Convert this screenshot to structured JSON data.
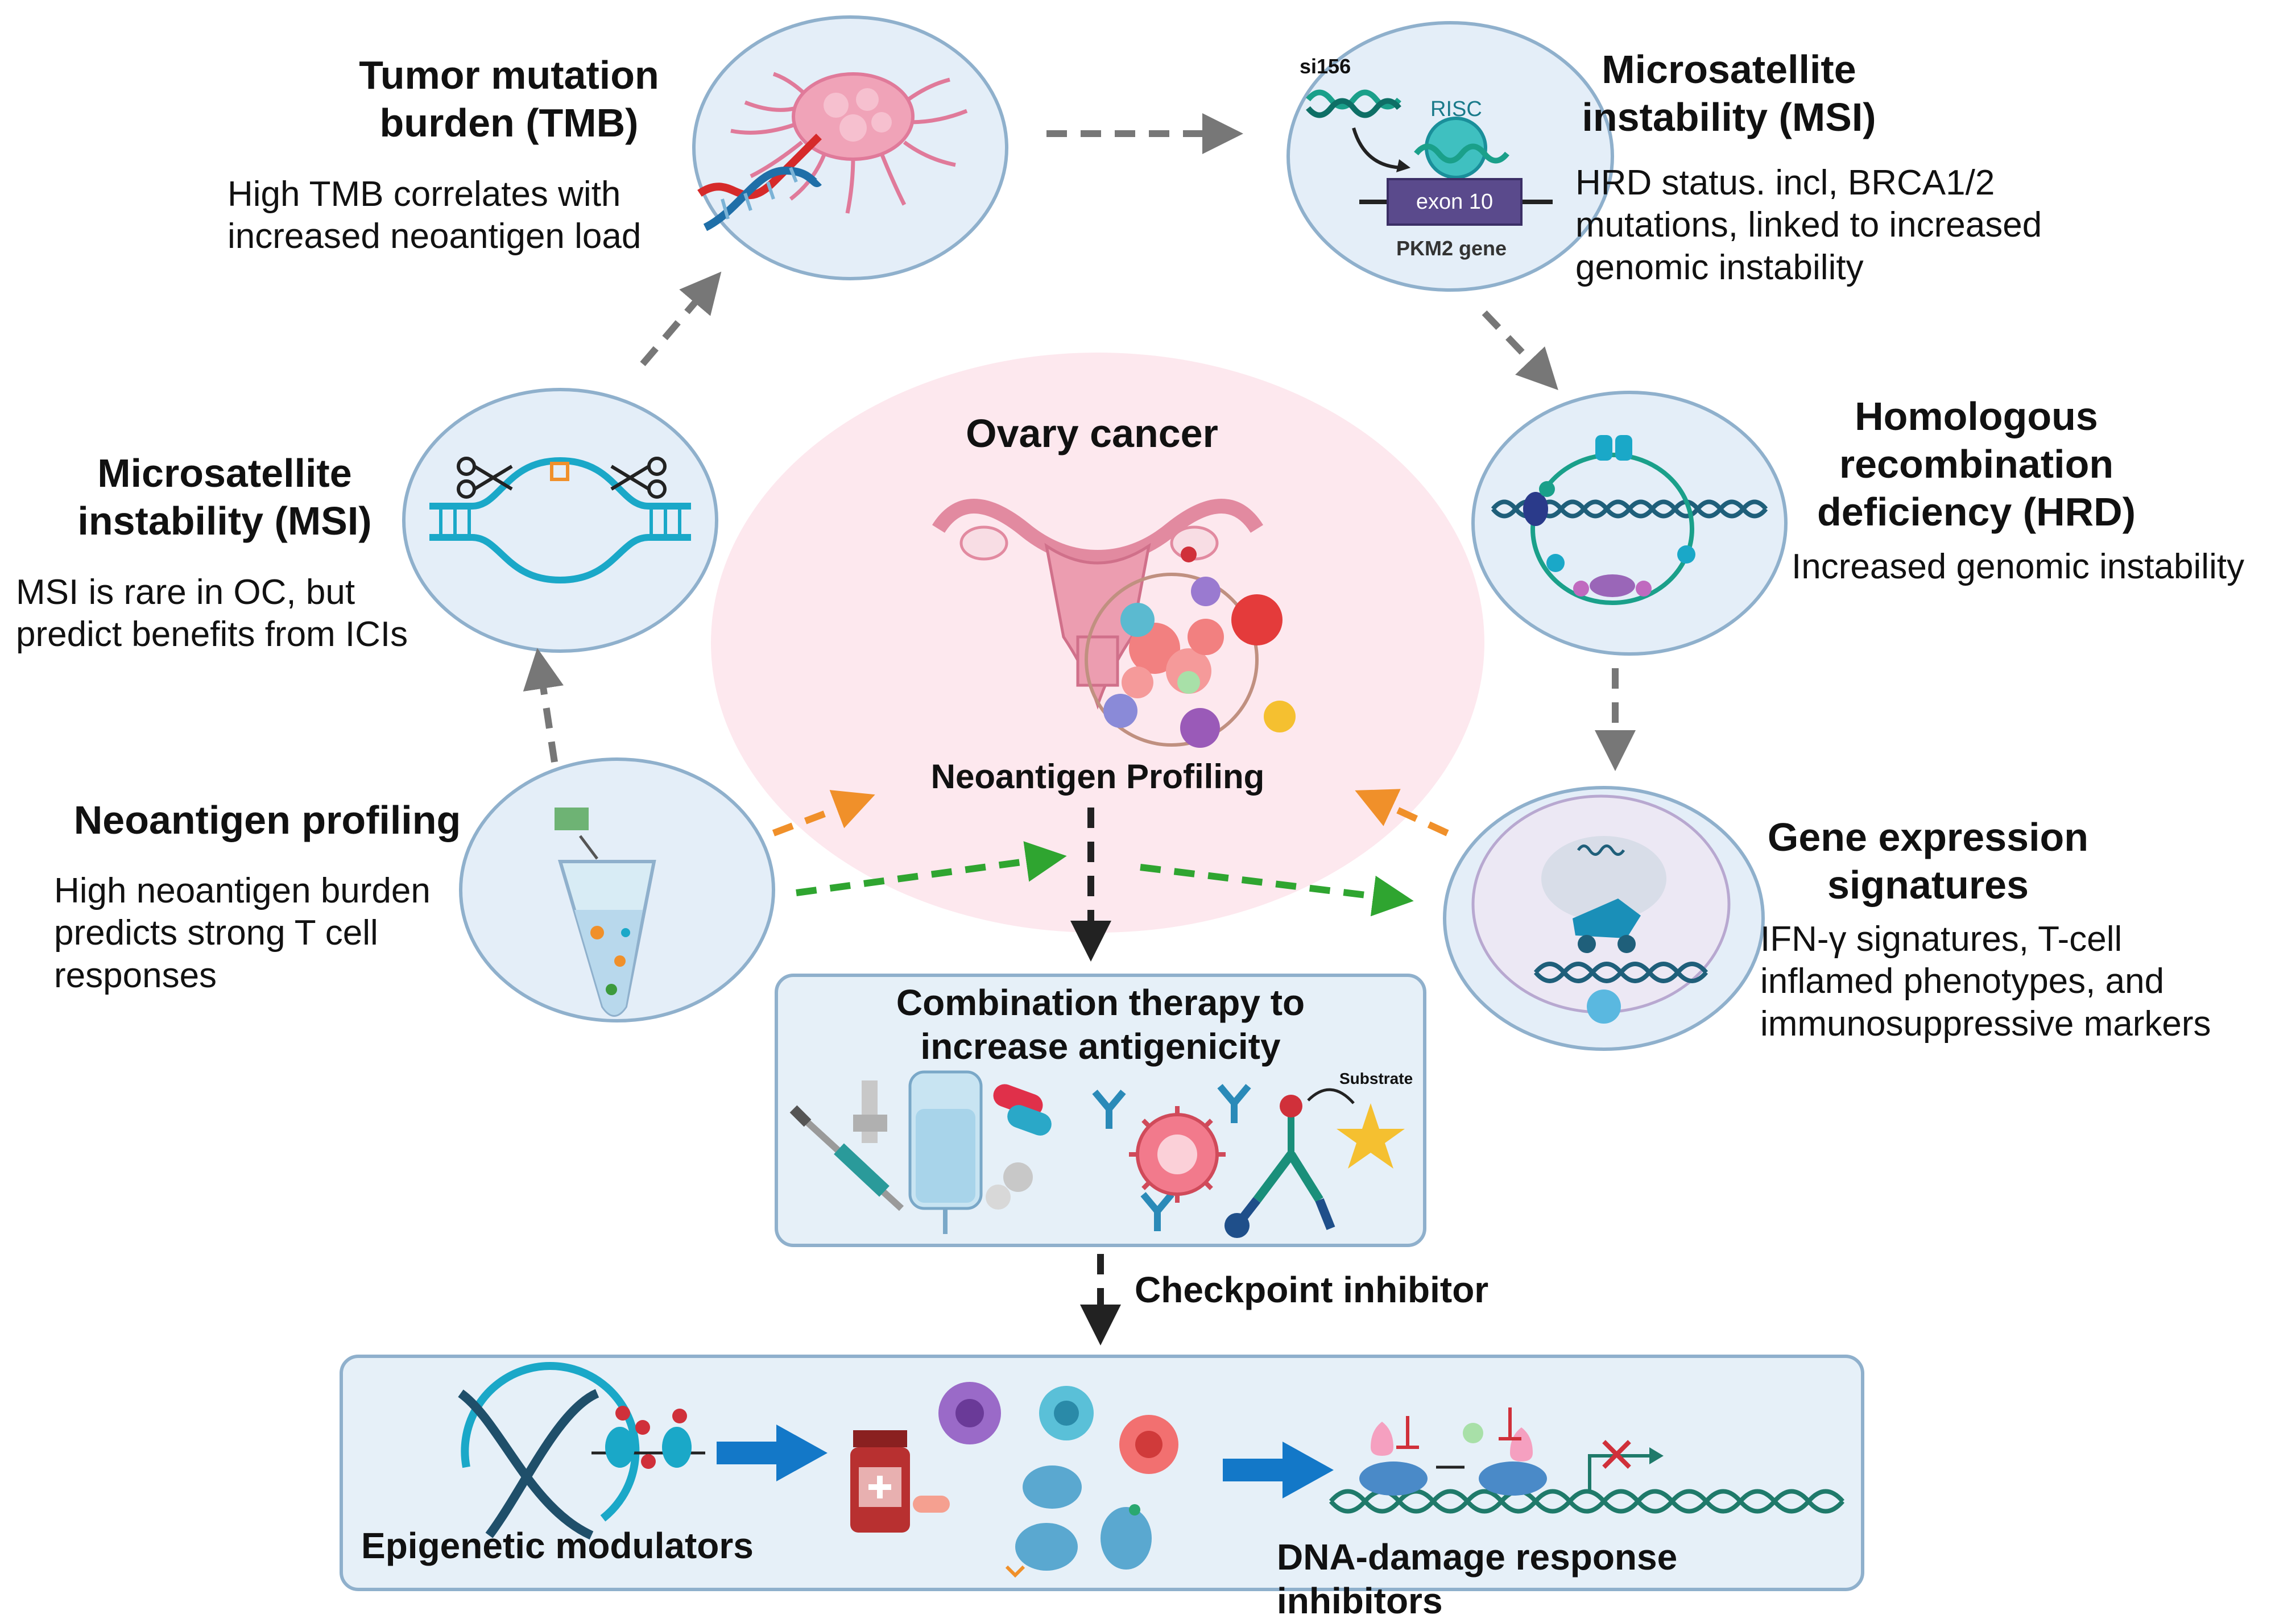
{
  "tmb": {
    "title_line1": "Tumor mutation",
    "title_line2": "burden (TMB)",
    "desc_line1": "High TMB correlates with",
    "desc_line2": "increased neoantigen load"
  },
  "msi_top": {
    "title_line1": "Microsatellite",
    "title_line2": "instability (MSI)",
    "desc_line1": "HRD status. incl, BRCA1/2",
    "desc_line2": "mutations, linked to increased",
    "desc_line3": "genomic instability",
    "icon_si": "si156",
    "icon_risc": "RISC",
    "icon_exon": "exon 10",
    "icon_gene": "PKM2 gene"
  },
  "msi_left": {
    "title_line1": "Microsatellite",
    "title_line2": "instability (MSI)",
    "desc_line1": "MSI is rare in OC, but",
    "desc_line2": "predict benefits from ICIs"
  },
  "hrd": {
    "title_line1": "Homologous",
    "title_line2": "recombination",
    "title_line3": "deficiency (HRD)",
    "desc": "Increased genomic instability"
  },
  "center": {
    "title": "Ovary cancer",
    "subtitle": "Neoantigen Profiling"
  },
  "neo": {
    "title": "Neoantigen profiling",
    "desc_line1": "High neoantigen burden",
    "desc_line2": "predicts strong T cell",
    "desc_line3": "responses"
  },
  "ges": {
    "title_line1": "Gene expression",
    "title_line2": "signatures",
    "desc_line1": "IFN-γ signatures, T-cell",
    "desc_line2": "inflamed phenotypes, and",
    "desc_line3": "immunosuppressive markers"
  },
  "combo": {
    "title_line1": "Combination therapy to",
    "title_line2": "increase antigenicity",
    "substrate": "Substrate"
  },
  "checkpoint": "Checkpoint inhibitor",
  "bottom": {
    "left_label": "Epigenetic modulators",
    "right_label": "DNA-damage response inhibitors"
  },
  "colors": {
    "circle_fill": "#e4eef8",
    "circle_stroke": "#8fb0cc",
    "gray_arrow": "#777777",
    "orange_arrow": "#f0902a",
    "green_arrow": "#2fa530",
    "black_arrow": "#222222",
    "blue_arrow": "#1378c8",
    "center_fill": "#fde8ee"
  },
  "icons": [
    "tumor-icon",
    "dna-icon",
    "sirna-icon",
    "scissors-icon",
    "test-tube-icon",
    "uterus-icon",
    "syringe-icon",
    "iv-bag-icon",
    "pill-icon",
    "antibody-icon",
    "virus-icon",
    "medicine-bottle-icon",
    "immune-cell-icon"
  ]
}
